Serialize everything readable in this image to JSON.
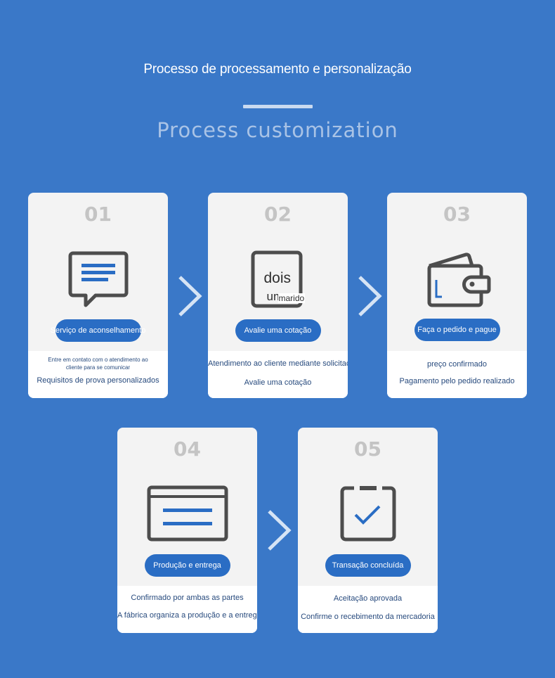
{
  "header": {
    "title": "Processo de processamento e personalização",
    "subtitle": "Process customization"
  },
  "steps": [
    {
      "number": "01",
      "icon": "chat-bubble-icon",
      "label": "Serviço de aconselhamento",
      "lines": [
        "Entre em contato com o atendimento ao cliente para se comunicar",
        "Requisitos de prova personalizados"
      ]
    },
    {
      "number": "02",
      "icon": "document-icon",
      "icon_text_1": "dois",
      "icon_text_2": "um",
      "icon_text_3": "marido",
      "label": "Avalie uma cotação",
      "lines": [
        "Atendimento ao cliente mediante solicitação",
        "Avalie uma cotação"
      ]
    },
    {
      "number": "03",
      "icon": "wallet-icon",
      "label": "Faça o pedido e pague",
      "lines": [
        "preço confirmado",
        "Pagamento pelo pedido realizado"
      ]
    },
    {
      "number": "04",
      "icon": "browser-window-icon",
      "label": "Produção e entrega",
      "lines": [
        "Confirmado por ambas as partes",
        "A fábrica organiza a produção e a entrega"
      ]
    },
    {
      "number": "05",
      "icon": "clipboard-check-icon",
      "label": "Transação concluída",
      "lines": [
        "Aceitação aprovada",
        "Confirme o recebimento da mercadoria"
      ]
    }
  ],
  "colors": {
    "background": "#3a78c8",
    "card": "#f3f3f3",
    "pill": "#2a6dc4",
    "number": "#c4c4c4",
    "icon": "#4d4d4d",
    "icon_accent": "#2a6dc4"
  }
}
